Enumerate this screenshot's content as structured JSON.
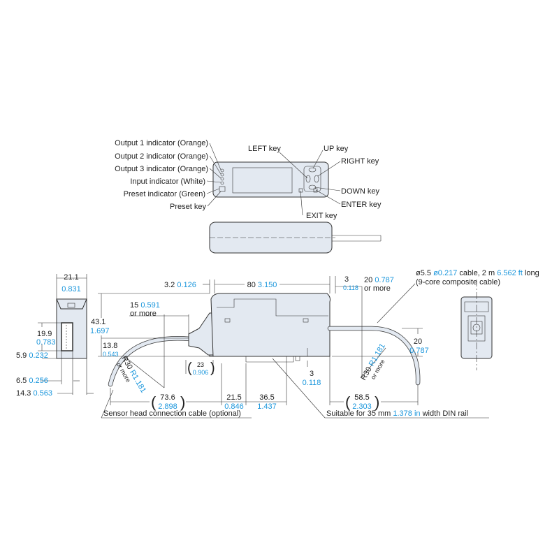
{
  "callouts": {
    "output1": "Output 1 indicator (Orange)",
    "output2": "Output 2 indicator (Orange)",
    "output3": "Output 3 indicator (Orange)",
    "input": "Input indicator (White)",
    "preset_ind": "Preset indicator (Green)",
    "preset_key": "Preset key",
    "left_key": "LEFT key",
    "up_key": "UP key",
    "right_key": "RIGHT key",
    "down_key": "DOWN key",
    "enter_key": "ENTER key",
    "exit_key": "EXIT key"
  },
  "dims": {
    "width_side": {
      "mm": "21.1",
      "in": "0.831"
    },
    "height_total": {
      "mm": "43.1",
      "in": "1.697"
    },
    "height_window": {
      "mm": "19.9",
      "in": "0.783"
    },
    "cable_height": {
      "mm": "13.8",
      "in": "0.543"
    },
    "d59": {
      "mm": "5.9",
      "in": "0.232"
    },
    "d65": {
      "mm": "6.5",
      "in": "0.256"
    },
    "d143": {
      "mm": "14.3",
      "in": "0.563"
    },
    "d32": {
      "mm": "3.2",
      "in": "0.126"
    },
    "length": {
      "mm": "80",
      "in": "3.150"
    },
    "d3_top": {
      "mm": "3",
      "in": "0.118"
    },
    "d20_more": {
      "mm": "20",
      "in": "0.787",
      "note": "or more"
    },
    "d15_more": {
      "mm": "15",
      "in": "0.591",
      "note": "or more"
    },
    "d23": {
      "mm": "23",
      "in": "0.906"
    },
    "d3_bottom": {
      "mm": "3",
      "in": "0.118"
    },
    "d20_right": {
      "mm": "20",
      "in": "0.787"
    },
    "r30_left": {
      "mm": "R30",
      "in": "R1.181",
      "note": "or more"
    },
    "r30_right": {
      "mm": "R30",
      "in": "R1.181",
      "note": "or more"
    },
    "d736": {
      "mm": "73.6",
      "in": "2.898"
    },
    "d215": {
      "mm": "21.5",
      "in": "0.846"
    },
    "d365": {
      "mm": "36.5",
      "in": "1.437"
    },
    "d585": {
      "mm": "58.5",
      "in": "2.303"
    }
  },
  "notes": {
    "sensor_cable": "Sensor head connection cable (optional)",
    "din_pre": "Suitable for 35 mm ",
    "din_in": "1.378 in",
    "din_post": " width DIN rail",
    "cable_pre": "ø5.5 ",
    "cable_in1": "ø0.217",
    "cable_mid": " cable, 2 m ",
    "cable_in2": "6.562 ft",
    "cable_post": " long",
    "cable_line2": "(9-core composite cable)"
  }
}
